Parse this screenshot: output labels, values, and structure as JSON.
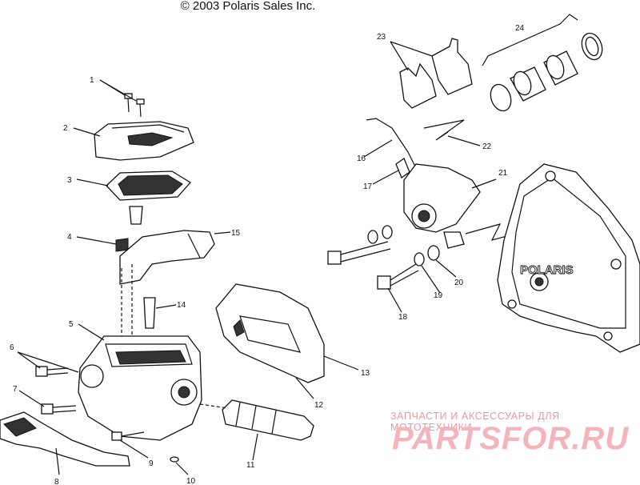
{
  "copyright": "© 2003 Polaris Sales Inc.",
  "brand_mark": "POLARIS",
  "watermark": {
    "subtitle": "ЗАПЧАСТИ И АКСЕССУАРЫ ДЛЯ МОТОТЕХНИКИ",
    "logo": "PARTSFOR.RU"
  },
  "callouts": [
    "1",
    "2",
    "3",
    "4",
    "5",
    "6",
    "7",
    "8",
    "9",
    "10",
    "11",
    "12",
    "13",
    "14",
    "15",
    "16",
    "17",
    "18",
    "19",
    "20",
    "21",
    "22",
    "23",
    "24"
  ]
}
